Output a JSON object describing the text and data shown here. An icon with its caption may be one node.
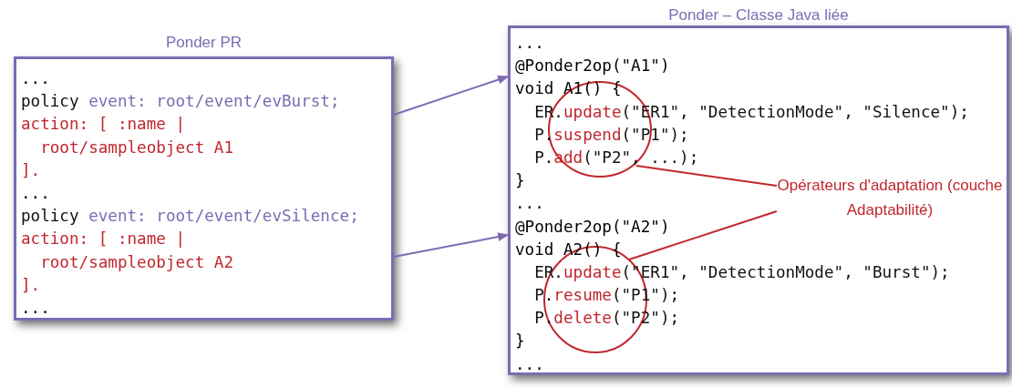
{
  "diagram": {
    "nodes": [
      {
        "text": [
          "Ponder PR",
          "...",
          "policy event: root/event/evBurst;",
          "action: [ :name |",
          "root/sampleobject A1",
          "].",
          "...",
          "policy event: root/event/evSilence;",
          "action: [ :name |",
          "root/sampleobject A2",
          "].",
          "..."
        ]
      },
      {
        "text": [
          "Ponder – Classe Java liée",
          "...",
          "@Ponder2op(\"A1\")",
          "void A1() {",
          "ER.update(\"ER1\", \"DetectionMode\", \"Silence\");",
          "P.suspend(\"P1\");",
          "P.add(\"P2\", ...);",
          "}",
          "...",
          "@Ponder2op(\"A2\")",
          "void A2() {",
          "ER.update(\"ER1\", \"DetectionMode\", \"Burst\");",
          "P.resume(\"P1\");",
          "P.delete(\"P2\");",
          "}",
          "..."
        ]
      },
      {
        "text": [
          "Opérateurs d'adaptation (couche Adaptabilité)"
        ],
        "in": 1
      }
    ],
    "edges": [
      {
        "from": 0,
        "to": 1,
        "arrow": "to"
      },
      {
        "from": 0,
        "to": 1,
        "arrow": "to"
      },
      {
        "from": 2,
        "to": null,
        "arrow": "none",
        "color": "#c0272d"
      },
      {
        "from": 2,
        "to": null,
        "arrow": "none",
        "color": "#c0272d"
      }
    ]
  }
}
